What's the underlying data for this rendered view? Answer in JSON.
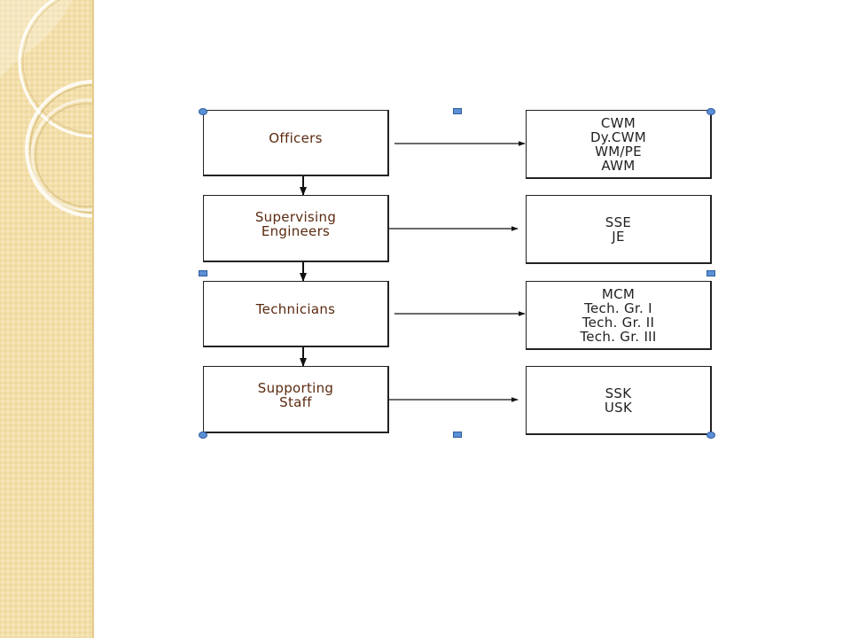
{
  "sidebar": {
    "colors": {
      "background": "#f3dfaa",
      "ring": "#ffffff",
      "ring_shadow": "#c9ad6c"
    }
  },
  "diagram": {
    "roles": [
      {
        "label": "Officers",
        "ranks": "CWM\nDy.CWM\nWM/PE\nAWM"
      },
      {
        "label": "Supervising\nEngineers",
        "ranks": "SSE\nJE"
      },
      {
        "label": "Technicians",
        "ranks": "MCM\nTech. Gr. I\nTech. Gr. II\nTech. Gr. III"
      },
      {
        "label": "Supporting\nStaff",
        "ranks": "SSK\nUSK"
      }
    ],
    "colors": {
      "left_text": "#5a2a10",
      "right_text": "#222222",
      "border": "#222222",
      "handle": "#5b8fd6"
    }
  }
}
